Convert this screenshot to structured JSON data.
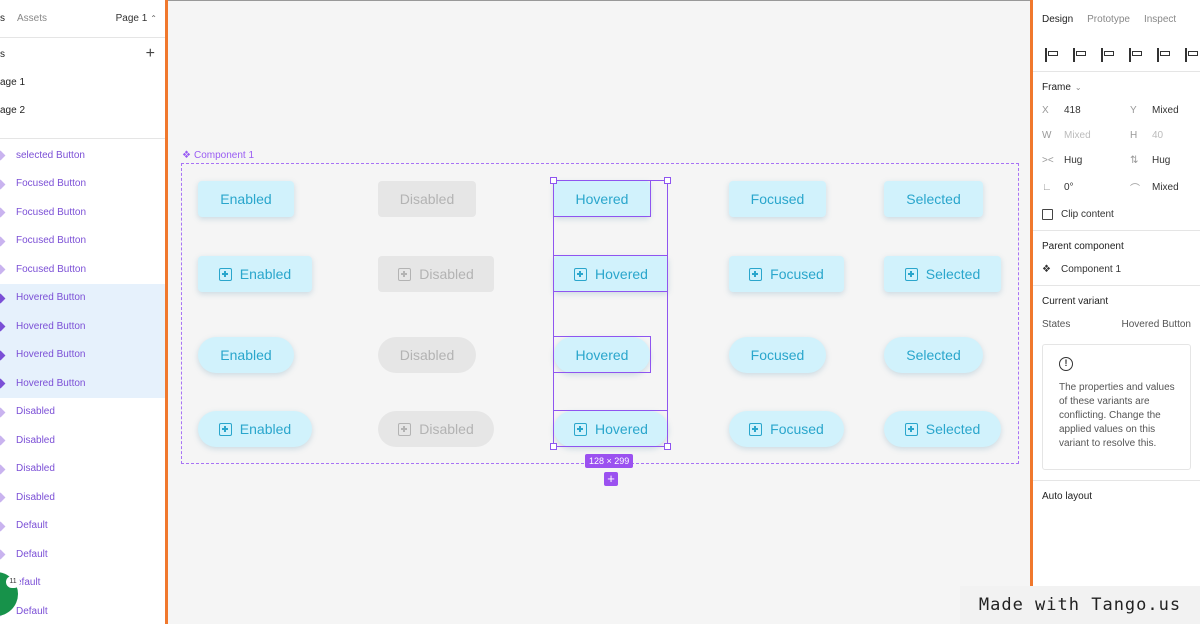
{
  "left_panel": {
    "tabs": [
      "s",
      "Assets"
    ],
    "page_selector": "Page 1",
    "pages_header": "s",
    "pages": [
      "age 1",
      "age 2"
    ],
    "layers": [
      {
        "label": "selected Button",
        "selected": false
      },
      {
        "label": "Focused Button",
        "selected": false
      },
      {
        "label": "Focused Button",
        "selected": false
      },
      {
        "label": "Focused Button",
        "selected": false
      },
      {
        "label": "Focused Button",
        "selected": false
      },
      {
        "label": "Hovered Button",
        "selected": true
      },
      {
        "label": "Hovered Button",
        "selected": true
      },
      {
        "label": "Hovered Button",
        "selected": true
      },
      {
        "label": "Hovered Button",
        "selected": true
      },
      {
        "label": "Disabled",
        "selected": false
      },
      {
        "label": "Disabled",
        "selected": false
      },
      {
        "label": "Disabled",
        "selected": false
      },
      {
        "label": "Disabled",
        "selected": false
      },
      {
        "label": "Default",
        "selected": false
      },
      {
        "label": "Default",
        "selected": false
      },
      {
        "label": "efault",
        "selected": false
      },
      {
        "label": "Default",
        "selected": false
      }
    ],
    "avatar_badge": "11"
  },
  "canvas": {
    "frame_label": "Component 1",
    "size_tag": "128 × 299",
    "buttons": {
      "enabled": "Enabled",
      "disabled": "Disabled",
      "hovered": "Hovered",
      "focused": "Focused",
      "selected": "Selected"
    }
  },
  "right_panel": {
    "tabs": [
      "Design",
      "Prototype",
      "Inspect"
    ],
    "frame": {
      "title": "Frame",
      "x_label": "X",
      "x_value": "418",
      "y_label": "Y",
      "y_value": "Mixed",
      "w_label": "W",
      "w_value": "Mixed",
      "h_label": "H",
      "h_value": "40",
      "hug_w": "Hug",
      "hug_h": "Hug",
      "rotation": "0°",
      "radius": "Mixed",
      "clip_content": "Clip content"
    },
    "parent_component": {
      "title": "Parent component",
      "name": "Component 1"
    },
    "current_variant": {
      "title": "Current variant",
      "property": "States",
      "value": "Hovered Button",
      "warning": "The properties and values of these variants are conflicting. Change the applied values on this variant to resolve this."
    },
    "auto_layout": {
      "title": "Auto layout"
    }
  },
  "watermark": "Made with Tango.us",
  "colors": {
    "accent": "#f0782d",
    "selection": "#8f55f0",
    "button_bg": "#d1f2fc",
    "button_text": "#2aa6cc"
  }
}
